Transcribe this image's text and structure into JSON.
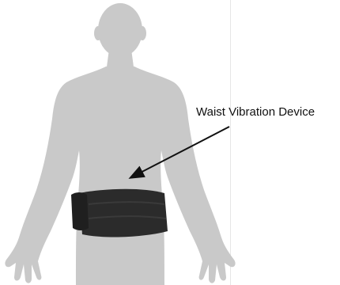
{
  "annotation": {
    "label": "Waist Vibration Device"
  },
  "colors": {
    "figure": "#c9c9c9",
    "belt": "#2b2b2b",
    "belt_highlight": "#3a3a3a",
    "arrow": "#111111"
  },
  "icons": {
    "figure": "human-figure-silhouette",
    "device": "waist-belt"
  }
}
